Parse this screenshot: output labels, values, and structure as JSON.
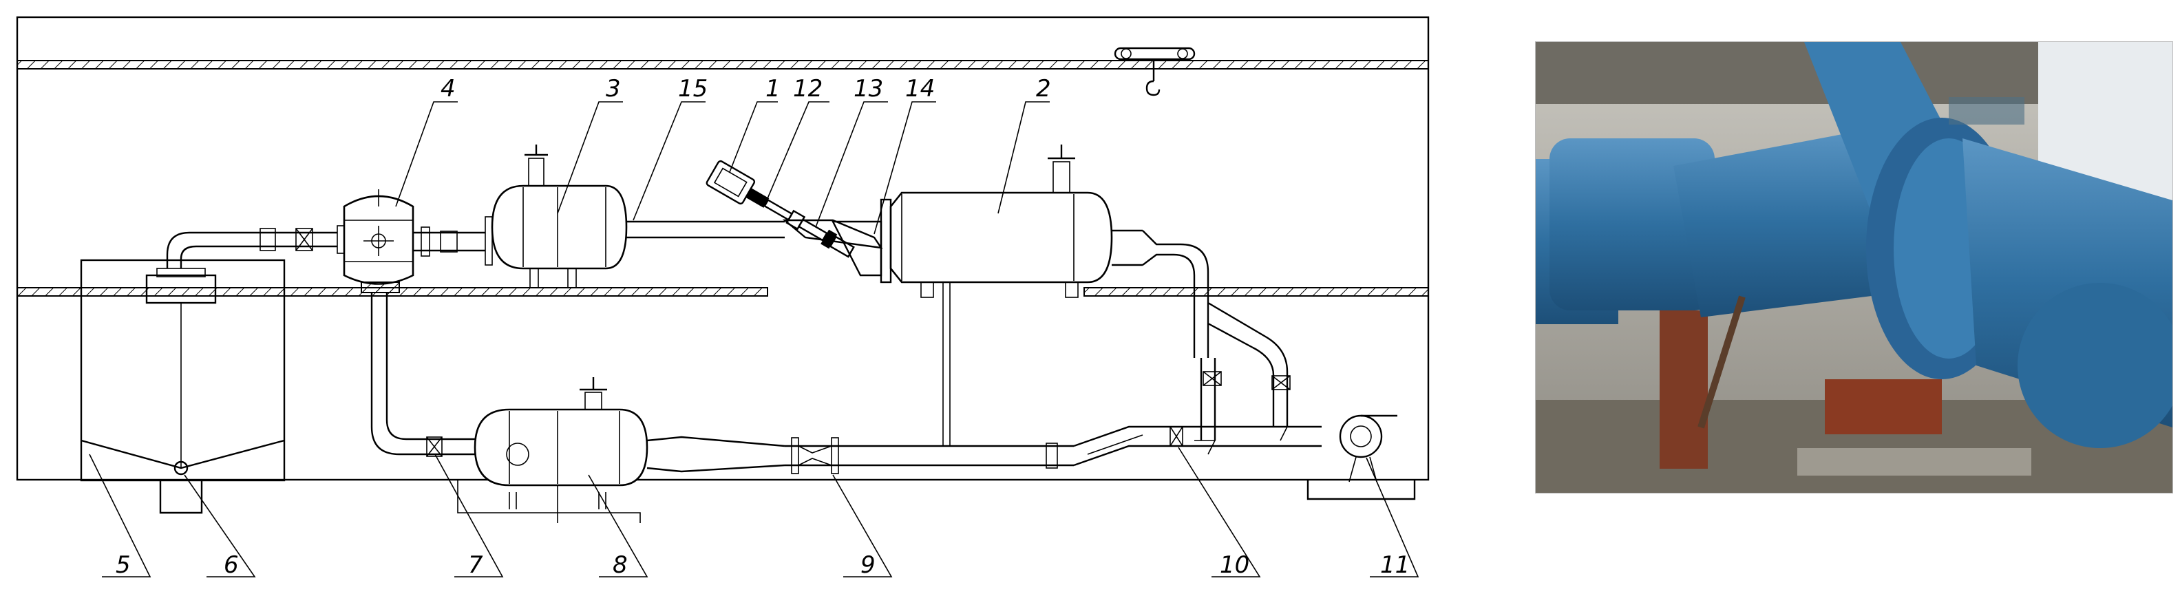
{
  "labels": {
    "l1": "1",
    "l2": "2",
    "l3": "3",
    "l4": "4",
    "l5": "5",
    "l6": "6",
    "l7": "7",
    "l8": "8",
    "l9": "9",
    "l10": "10",
    "l11": "11",
    "l12": "12",
    "l13": "13",
    "l14": "14",
    "l15": "15"
  },
  "colors": {
    "line": "#000000",
    "duct_blue": "#2f6fa0",
    "rust": "#8a3a22"
  }
}
